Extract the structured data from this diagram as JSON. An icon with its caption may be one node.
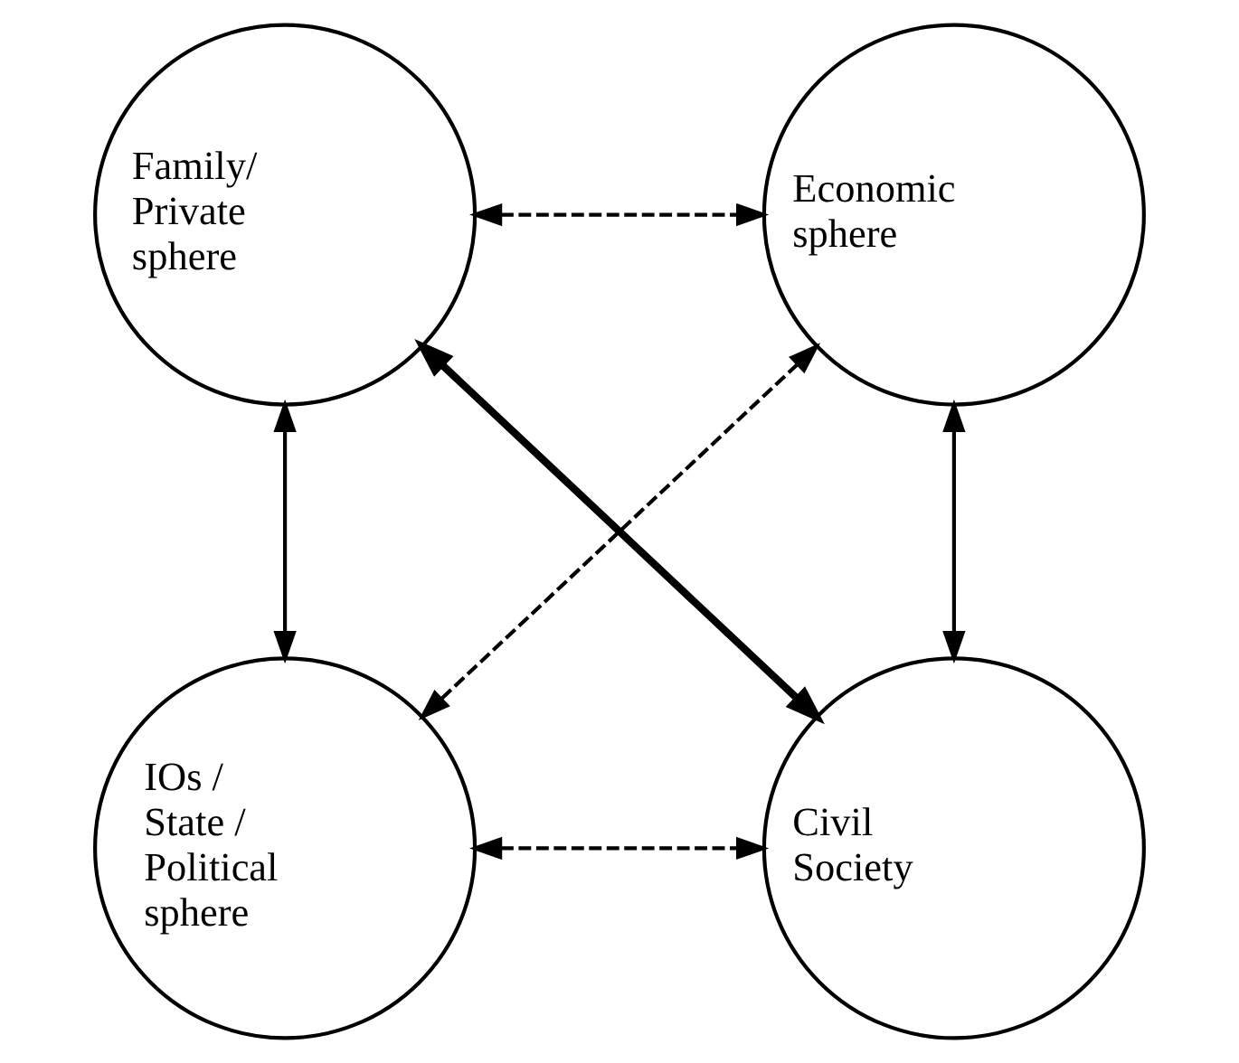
{
  "diagram": {
    "nodes": [
      {
        "text": [
          "Family/ Private sphere"
        ]
      },
      {
        "text": [
          "Economic sphere"
        ]
      },
      {
        "text": [
          "IOs / State / Political sphere"
        ]
      },
      {
        "text": [
          "Civil Society"
        ]
      }
    ],
    "edges": [
      {
        "from": 0,
        "to": 1,
        "arrow": "both",
        "style": "dashed"
      },
      {
        "from": 0,
        "to": 2,
        "arrow": "both"
      },
      {
        "from": 0,
        "to": 3,
        "arrow": "both",
        "style": "thick"
      },
      {
        "from": 1,
        "to": 2,
        "arrow": "both",
        "style": "dashed"
      },
      {
        "from": 1,
        "to": 3,
        "arrow": "both"
      },
      {
        "from": 2,
        "to": 3,
        "arrow": "both",
        "style": "dashed"
      }
    ]
  }
}
